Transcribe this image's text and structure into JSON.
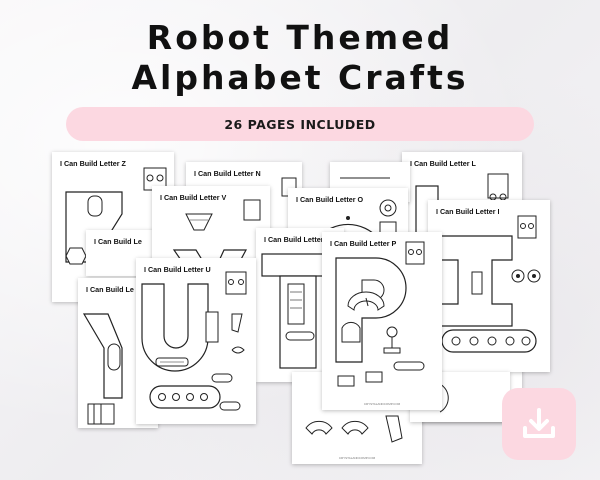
{
  "headline": {
    "line1": "Robot Themed",
    "line2": "Alphabet Crafts"
  },
  "badge": {
    "text": "26 PAGES INCLUDED"
  },
  "pages": {
    "z": "I Can Build Letter Z",
    "n": "I Can Build Letter N",
    "l": "I Can Build Letter L",
    "v": "I Can Build Letter V",
    "o": "I Can Build Letter O",
    "i": "I Can Build Letter I",
    "a": "I Can Build Le",
    "t": "I Can Build Letter T",
    "p": "I Can Build Letter P",
    "y": "I Can Build Le",
    "u": "I Can Build Letter U",
    "footer": "CRYSTALANDCOMP.COM"
  },
  "colors": {
    "background": "#f3f2f4",
    "accent_pink": "#fcd8e1",
    "text": "#111111"
  },
  "icons": {
    "download": "download-tray-arrow-icon"
  }
}
